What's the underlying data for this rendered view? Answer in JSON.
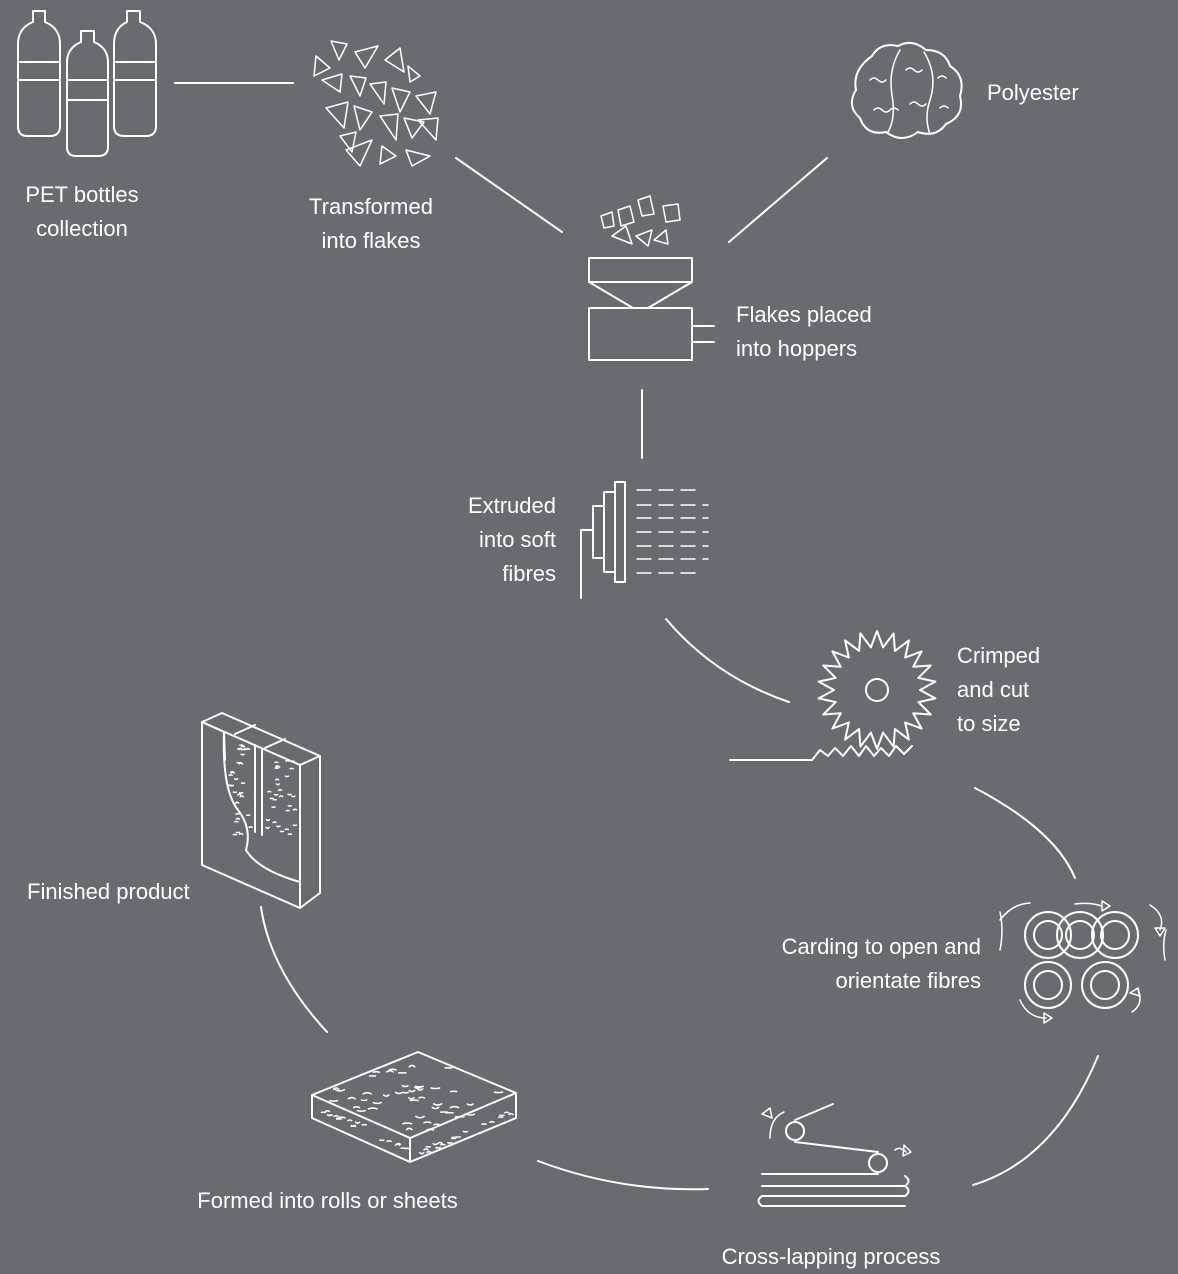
{
  "steps": {
    "pet_bottles": [
      "PET bottles",
      "collection"
    ],
    "flakes": [
      "Transformed",
      "into flakes"
    ],
    "polyester": [
      "Polyester"
    ],
    "hoppers": [
      "Flakes placed",
      "into hoppers"
    ],
    "extruded": [
      "Extruded",
      "into soft",
      "fibres"
    ],
    "crimped": [
      "Crimped",
      "and cut",
      "to size"
    ],
    "carding": [
      "Carding to open and",
      "orientate fibres"
    ],
    "cross_lapping": [
      "Cross-lapping process"
    ],
    "formed": [
      "Formed into rolls or sheets"
    ],
    "finished": [
      "Finished product"
    ]
  },
  "colors": {
    "background": "#686b70",
    "stroke": "#ffffff"
  },
  "icons": [
    "bottles-icon",
    "flakes-icon",
    "polyester-icon",
    "hopper-icon",
    "extruder-icon",
    "crimper-icon",
    "carding-icon",
    "cross-lapping-icon",
    "batt-icon",
    "finished-panel-icon"
  ]
}
